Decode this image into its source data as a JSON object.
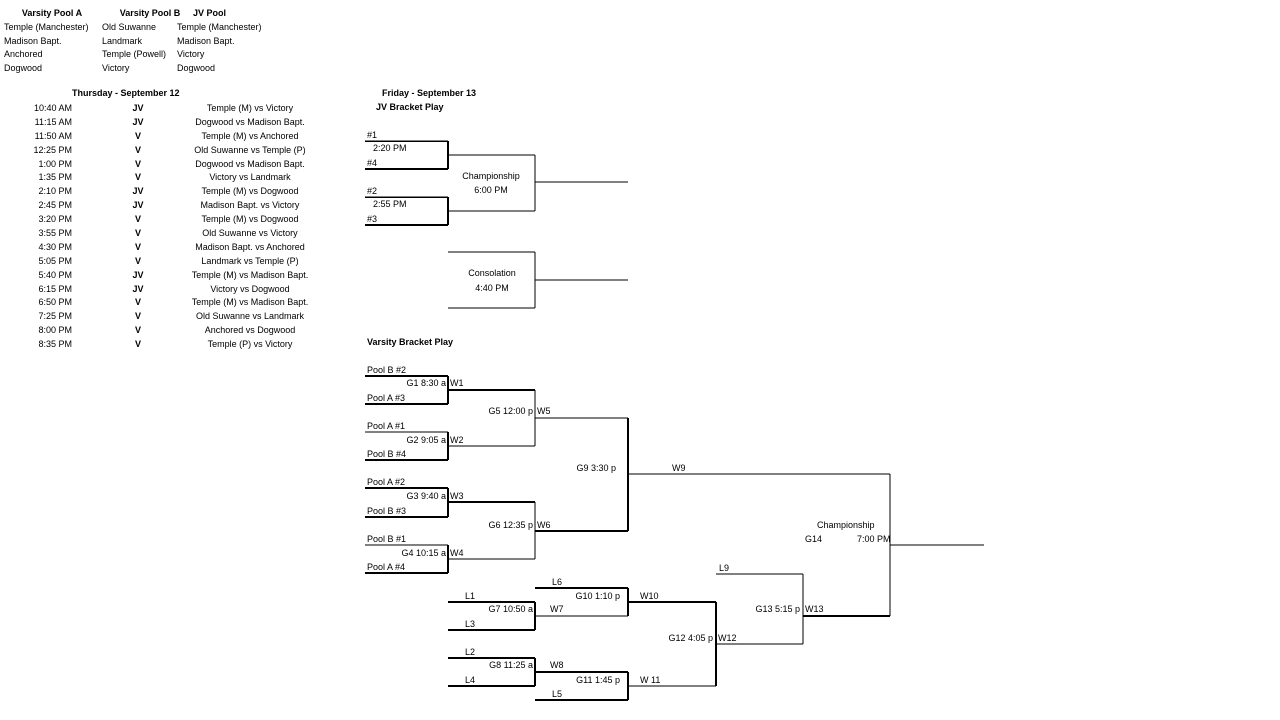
{
  "pools": [
    {
      "header": "Varsity Pool A",
      "teams": [
        "Temple (Manchester)",
        "Madison Bapt.",
        "Anchored",
        "Dogwood"
      ]
    },
    {
      "header": "Varsity Pool B",
      "teams": [
        "Old Suwanne",
        "Landmark",
        "Temple (Powell)",
        "Victory"
      ]
    },
    {
      "header": "JV Pool",
      "teams": [
        "Temple (Manchester)",
        "Madison Bapt.",
        "Victory",
        "Dogwood"
      ]
    }
  ],
  "thursday": {
    "title": "Thursday - September 12",
    "games": [
      {
        "time": "10:40 AM",
        "div": "JV",
        "game": "Temple (M) vs Victory"
      },
      {
        "time": "11:15 AM",
        "div": "JV",
        "game": "Dogwood vs Madison Bapt."
      },
      {
        "time": "11:50 AM",
        "div": "V",
        "game": "Temple (M) vs Anchored"
      },
      {
        "time": "12:25 PM",
        "div": "V",
        "game": "Old Suwanne vs Temple (P)"
      },
      {
        "time": "1:00 PM",
        "div": "V",
        "game": "Dogwood vs Madison Bapt."
      },
      {
        "time": "1:35 PM",
        "div": "V",
        "game": "Victory vs Landmark"
      },
      {
        "time": "2:10 PM",
        "div": "JV",
        "game": "Temple (M) vs Dogwood"
      },
      {
        "time": "2:45 PM",
        "div": "JV",
        "game": "Madison Bapt. vs Victory"
      },
      {
        "time": "3:20 PM",
        "div": "V",
        "game": "Temple (M) vs Dogwood"
      },
      {
        "time": "3:55 PM",
        "div": "V",
        "game": "Old Suwanne vs Victory"
      },
      {
        "time": "4:30 PM",
        "div": "V",
        "game": "Madison Bapt. vs Anchored"
      },
      {
        "time": "5:05 PM",
        "div": "V",
        "game": "Landmark vs Temple (P)"
      },
      {
        "time": "5:40 PM",
        "div": "JV",
        "game": "Temple (M) vs Madison Bapt."
      },
      {
        "time": "6:15 PM",
        "div": "JV",
        "game": "Victory vs Dogwood"
      },
      {
        "time": "6:50 PM",
        "div": "V",
        "game": "Temple (M) vs Madison Bapt."
      },
      {
        "time": "7:25 PM",
        "div": "V",
        "game": "Old Suwanne vs Landmark"
      },
      {
        "time": "8:00 PM",
        "div": "V",
        "game": "Anchored vs Dogwood"
      },
      {
        "time": "8:35 PM",
        "div": "V",
        "game": "Temple (P) vs Victory"
      }
    ]
  },
  "friday": {
    "title": "Friday - September 13",
    "jv": {
      "title": "JV Bracket Play",
      "seed1": "#1",
      "seed4": "#4",
      "time1": "2:20 PM",
      "seed2": "#2",
      "seed3": "#3",
      "time2": "2:55 PM",
      "championship": "Championship",
      "championship_time": "6:00 PM",
      "consolation": "Consolation",
      "consolation_time": "4:40 PM"
    },
    "varsity": {
      "title": "Varsity Bracket Play",
      "labels": {
        "poolB2": "Pool B #2",
        "g1": "G1 8:30 a",
        "w1": "W1",
        "poolA3": "Pool A #3",
        "poolA1": "Pool A #1",
        "g2": "G2 9:05 a",
        "w2": "W2",
        "poolB4": "Pool B #4",
        "poolA2": "Pool A #2",
        "g3": "G3 9:40 a",
        "w3": "W3",
        "poolB3": "Pool B #3",
        "poolB1": "Pool B #1",
        "g4": "G4 10:15 a",
        "w4": "W4",
        "poolA4": "Pool A #4",
        "g5": "G5 12:00 p",
        "w5": "W5",
        "g6": "G6 12:35 p",
        "w6": "W6",
        "g9": "G9 3:30 p",
        "w9": "W9",
        "championship": "Championship",
        "g14": "G14",
        "g14_time": "7:00 PM",
        "l6": "L6",
        "g10": "G10 1:10 p",
        "w10": "W10",
        "l1": "L1",
        "g7": "G7 10:50 a",
        "w7": "W7",
        "l3": "L3",
        "l2": "L2",
        "g8": "G8 11:25 a",
        "w8": "W8",
        "l4": "L4",
        "g11": "G11 1:45 p",
        "w11": "W 11",
        "l5": "L5",
        "g12": "G12 4:05 p",
        "w12": "W12",
        "l9": "L9",
        "g13": "G13 5:15 p",
        "w13": "W13"
      }
    }
  }
}
